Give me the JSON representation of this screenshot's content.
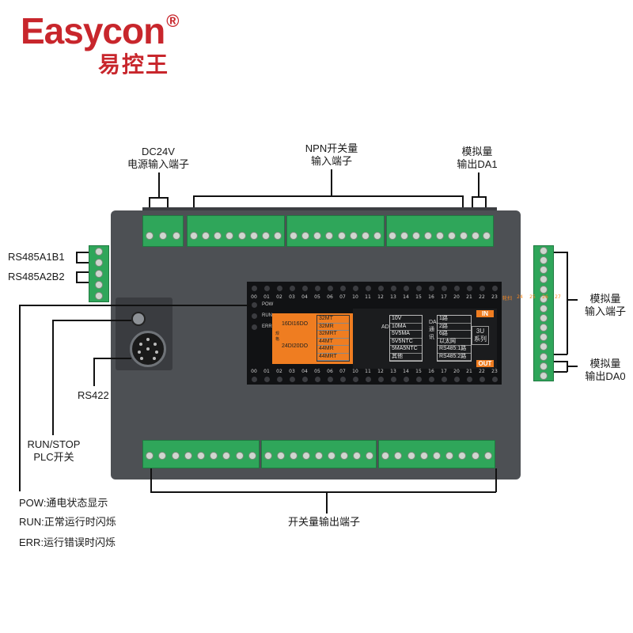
{
  "brand": {
    "name": "Easycon",
    "reg": "®",
    "cn": "易控王",
    "color": "#c8262c"
  },
  "labels": {
    "power": "DC24V\n电源输入端子",
    "npn": "NPN开关量\n输入端子",
    "da1": "模拟量\n输出DA1",
    "rs485_1": "RS485A1B1",
    "rs485_2": "RS485A2B2",
    "analog_in": "模拟量\n输入端子",
    "da0": "模拟量\n输出DA0",
    "rs422": "RS422",
    "runstop": "RUN/STOP\nPLC开关",
    "output": "开关量输出端子",
    "pow_desc": "POW:通电状态显示",
    "run_desc": "RUN:正常运行时闪烁",
    "err_desc": "ERR:运行错误时闪烁"
  },
  "panel": {
    "indicators": [
      "POW",
      "RUN",
      "ERR"
    ],
    "top_numbers": [
      "00",
      "01",
      "02",
      "03",
      "04",
      "05",
      "06",
      "07",
      "10",
      "11",
      "12",
      "13",
      "14",
      "15",
      "16",
      "17",
      "20",
      "21",
      "22",
      "23"
    ],
    "top_extra": [
      "轮扫",
      "24",
      "25",
      "26",
      "27"
    ],
    "bottom_numbers": [
      "00",
      "01",
      "02",
      "03",
      "04",
      "05",
      "06",
      "07",
      "10",
      "11",
      "12",
      "13",
      "14",
      "15",
      "16",
      "17",
      "20",
      "21",
      "22",
      "23"
    ],
    "in_tag": "IN",
    "out_tag": "OUT",
    "model_left": [
      "16DI16DO",
      "24DI20DO"
    ],
    "model_side": "规格",
    "models": [
      "32MT",
      "32MR",
      "32MRT",
      "44MT",
      "44MR",
      "44MRT"
    ],
    "analog_list": [
      "10V",
      "10MA",
      "5V5MA",
      "5V5NTC",
      "5MA5NTC",
      "其他"
    ],
    "analog_side": "AD",
    "da_list": [
      "1路",
      "2路",
      "6路",
      "以太网",
      "RS485:1路",
      "RS485:2路"
    ],
    "da_side": "DA通讯",
    "series": "3U\n系列"
  },
  "colors": {
    "body": "#4d5054",
    "terminal": "#2fa65a",
    "accent": "#ef7d21"
  }
}
